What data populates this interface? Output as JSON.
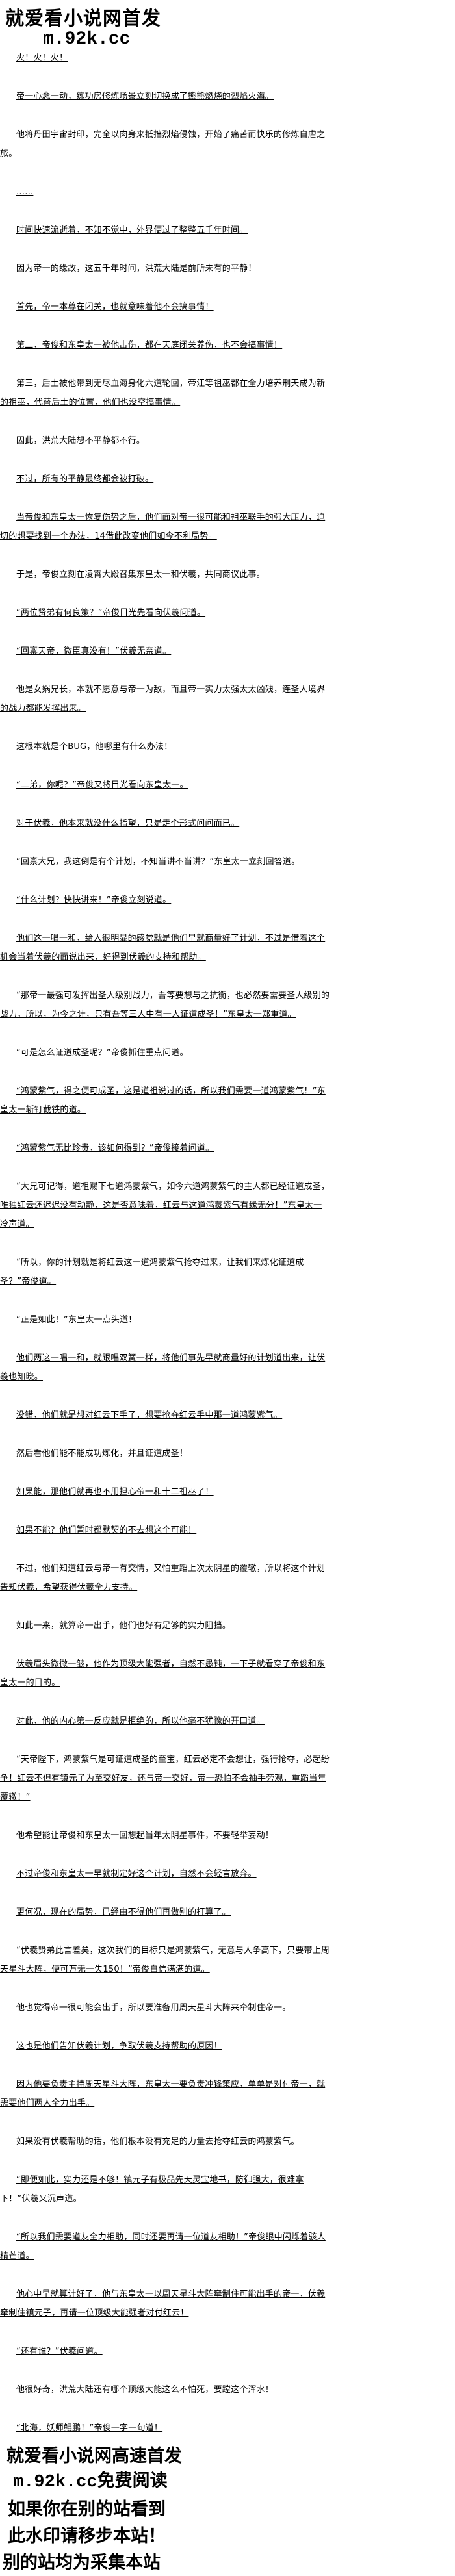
{
  "watermark_top": {
    "title": "就爱看小说网首发",
    "url": "m.92k.cc"
  },
  "paragraphs": [
    "火！火！火！",
    "帝一心念一动，练功房修炼场景立刻切换成了熊熊燃烧的烈焰火海。",
    "他将丹田宇宙封印，完全以肉身来抵挡烈焰侵蚀，开始了痛苦而快乐的修炼自虐之旅。",
    "……",
    "时间快速流逝着，不知不觉中，外界便过了整整五千年时间。",
    "因为帝一的缘故，这五千年时间，洪荒大陆是前所未有的平静！",
    "首先，帝一本尊在闭关，也就意味着他不会搞事情！",
    "第二，帝俊和东皇太一被他击伤，都在天庭闭关养伤，也不会搞事情！",
    "第三，后土被他带到无尽血海身化六道轮回，帝江等祖巫都在全力培养刑天成为新的祖巫，代替后土的位置，他们也没空搞事情。",
    "因此，洪荒大陆想不平静都不行。",
    "不过，所有的平静最终都会被打破。",
    "当帝俊和东皇太一恢复伤势之后，他们面对帝一很可能和祖巫联手的强大压力，迫切的想要找到一个办法，14借此改变他们如今不利局势。",
    "于是，帝俊立刻在凌霄大殿召集东皇太一和伏羲，共同商议此事。",
    "“两位贤弟有何良策？”帝俊目光先看向伏羲问道。",
    "“回禀天帝，微臣真没有！”伏羲无奈道。",
    "他是女娲兄长，本就不愿意与帝一为敌，而且帝一实力太强太太凶残，连圣人境界的战力都能发挥出来。",
    "这根本就是个BUG，他哪里有什么办法！",
    "“二弟，你呢？”帝俊又将目光看向东皇太一。",
    "对于伏羲，他本来就没什么指望，只是走个形式问问而已。",
    "“回禀大兄，我这倒是有个计划，不知当讲不当讲？”东皇太一立刻回答道。",
    "“什么计划？快快讲来！”帝俊立刻说道。",
    "他们这一唱一和，给人很明显的感觉就是他们早就商量好了计划，不过是借着这个机会当着伏羲的面说出来，好得到伏羲的支持和帮助。",
    "“那帝一最强可发挥出圣人级别战力，吾等要想与之抗衡，也必然要需要圣人级别的战力，所以，为今之计，只有吾等三人中有一人证道成圣！”东皇太一郑重道。",
    "“可是怎么证道成圣呢？”帝俊抓住重点问道。",
    "“鸿蒙紫气，得之便可成圣，这是道祖说过的话，所以我们需要一道鸿蒙紫气！”东皇太一斩钉截铁的道。",
    "“鸿蒙紫气无比珍贵，该如何得到？”帝俊接着问道。",
    "“大兄可记得，道祖赐下七道鸿蒙紫气，如今六道鸿蒙紫气的主人都已经证道成圣，唯独红云还迟迟没有动静，这是否意味着，红云与这道鸿蒙紫气有缘无分！”东皇太一冷声道。",
    "“所以，你的计划就是将红云这一道鸿蒙紫气抢夺过来，让我们来炼化证道成圣？”帝俊道。",
    "“正是如此！”东皇太一点头道！",
    "他们两这一唱一和，就跟唱双簧一样，将他们事先早就商量好的计划道出来，让伏羲也知晓。",
    "没错，他们就是想对红云下手了，想要抢夺红云手中那一道鸿蒙紫气。",
    "然后看他们能不能成功炼化，并且证道成圣！",
    "如果能，那他们就再也不用担心帝一和十二祖巫了！",
    "如果不能？他们暂时都默契的不去想这个可能！",
    "不过，他们知道红云与帝一有交情，又怕重蹈上次太阴星的覆辙，所以将这个计划告知伏羲，希望获得伏羲全力支持。",
    "如此一来，就算帝一出手，他们也好有足够的实力阻挡。",
    "伏羲眉头微微一皱，他作为顶级大能强者，自然不愚钝，一下子就看穿了帝俊和东皇太一的目的。",
    "对此，他的内心第一反应就是拒绝的，所以他毫不犹豫的开口道。",
    "“天帝陛下，鸿蒙紫气是可证道成圣的至宝，红云必定不会想让，强行抢夺，必起纷争！红云不但有镇元子为至交好友，还与帝一交好，帝一恐怕不会袖手旁观，重蹈当年覆辙！”",
    "他希望能让帝俊和东皇太一回想起当年太阴星事件，不要轻举妄动！",
    "不过帝俊和东皇太一早就制定好这个计划，自然不会轻言放弃。",
    "更何况，现在的局势，已经由不得他们再做别的打算了。",
    "“伏羲贤弟此言差矣，这次我们的目标只是鸿蒙紫气，无意与人争高下，只要带上周天星斗大阵，便可万无一失150！”帝俊自信满满的道。",
    "他也觉得帝一很可能会出手，所以要准备用周天星斗大阵来牵制住帝一。",
    "这也是他们告知伏羲计划，争取伏羲支持帮助的原因！",
    "因为他要负责主持周天星斗大阵，东皇太一要负责冲锋策应，单单是对付帝一，就需要他们两人全力出手。",
    "如果没有伏羲帮助的话，他们根本没有充足的力量去抢夺红云的鸿蒙紫气。",
    "“即便如此，实力还是不够！镇元子有极品先天灵宝地书，防御强大，很难拿下！”伏羲又沉声道。",
    "“所以我们需要道友全力相助，同时还要再请一位道友相助！”帝俊眼中闪烁着骇人精芒道。",
    "他心中早就算计好了，他与东皇太一以周天星斗大阵牵制住可能出手的帝一，伏羲牵制住镇元子，再请一位顶级大能强者对付红云！",
    "“还有谁？”伏羲问道。",
    "他很好奇，洪荒大陆还有哪个顶级大能这么不怕死，要蹚这个浑水！",
    "“北海，妖师鲲鹏！”帝俊一字一句道！"
  ],
  "watermark_bottom": {
    "line1": "就爱看小说网高速首发",
    "line2": "m.92k.cc免费阅读",
    "line3": "如果你在别的站看到",
    "line4": "此水印请移步本站！",
    "line5": "别的站均为采集本站"
  }
}
